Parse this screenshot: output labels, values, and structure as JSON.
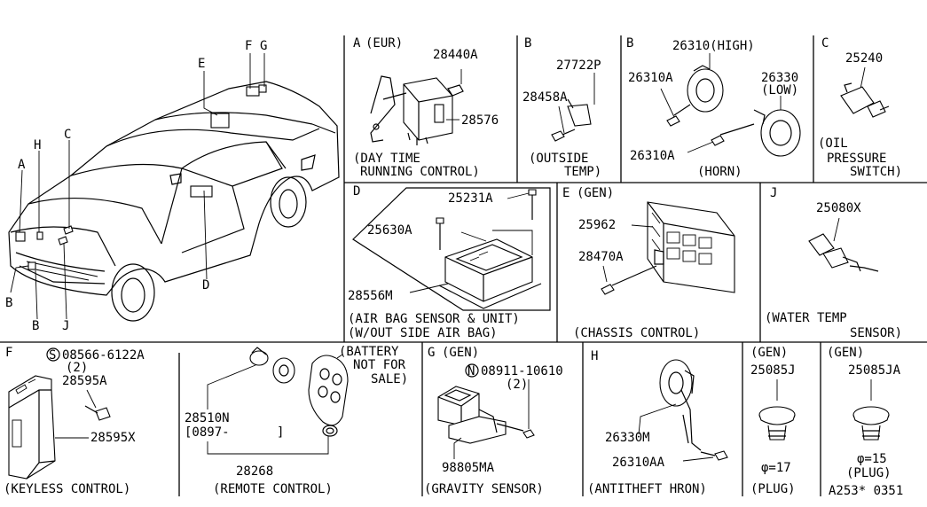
{
  "car": {
    "letters": [
      "E",
      "F",
      "G",
      "H",
      "C",
      "A",
      "B",
      "B",
      "J",
      "D"
    ]
  },
  "panel_a": {
    "tag": "A",
    "region": "(EUR)",
    "parts": [
      "28440A",
      "28576"
    ],
    "caption": [
      "(DAY TIME",
      "RUNNING CONTROL)"
    ]
  },
  "panel_b1": {
    "tag": "B",
    "parts": [
      "27722P",
      "28458A"
    ],
    "caption": [
      "(OUTSIDE",
      "TEMP)"
    ]
  },
  "panel_b2": {
    "tag": "B",
    "parts": [
      "26310(HIGH)",
      "26310A",
      "26330",
      "(LOW)",
      "26310A"
    ],
    "caption": "(HORN)"
  },
  "panel_c": {
    "tag": "C",
    "parts": [
      "25240"
    ],
    "caption": [
      "(OIL",
      "PRESSURE",
      "SWITCH)"
    ]
  },
  "panel_d": {
    "tag": "D",
    "parts": [
      "25231A",
      "25630A",
      "28556M"
    ],
    "caption": [
      "(AIR BAG SENSOR & UNIT)",
      "(W/OUT SIDE AIR BAG)"
    ]
  },
  "panel_e": {
    "tag": "E",
    "region": "(GEN)",
    "parts": [
      "25962",
      "28470A"
    ],
    "caption": "(CHASSIS CONTROL)"
  },
  "panel_j": {
    "tag": "J",
    "parts": [
      "25080X"
    ],
    "caption": [
      "(WATER TEMP",
      "SENSOR)"
    ]
  },
  "panel_f": {
    "tag": "F",
    "bolt_symbol": "S",
    "bolt": "08566-6122A",
    "qty": "(2)",
    "parts": [
      "28595A",
      "28595X"
    ],
    "caption": "(KEYLESS CONTROL)"
  },
  "panel_remote": {
    "parts": [
      "28510N",
      "[0897-",
      "]",
      "28268"
    ],
    "note": [
      "(BATTERY",
      "NOT FOR",
      "SALE)"
    ],
    "caption": "(REMOTE CONTROL)"
  },
  "panel_g": {
    "tag": "G",
    "region": "(GEN)",
    "nut_symbol": "N",
    "nut": "08911-10610",
    "qty": "(2)",
    "parts": [
      "98805MA"
    ],
    "caption": "(GRAVITY SENSOR)"
  },
  "panel_h": {
    "tag": "H",
    "parts": [
      "26330M",
      "26310AA"
    ],
    "caption": "(ANTITHEFT HRON)"
  },
  "panel_plug1": {
    "region": "(GEN)",
    "part": "25085J",
    "dim": "φ=17",
    "caption": "(PLUG)"
  },
  "panel_plug2": {
    "region": "(GEN)",
    "part": "25085JA",
    "dim": "φ=15",
    "caption": "(PLUG)"
  },
  "footer": {
    "code": "A253* 0351"
  }
}
